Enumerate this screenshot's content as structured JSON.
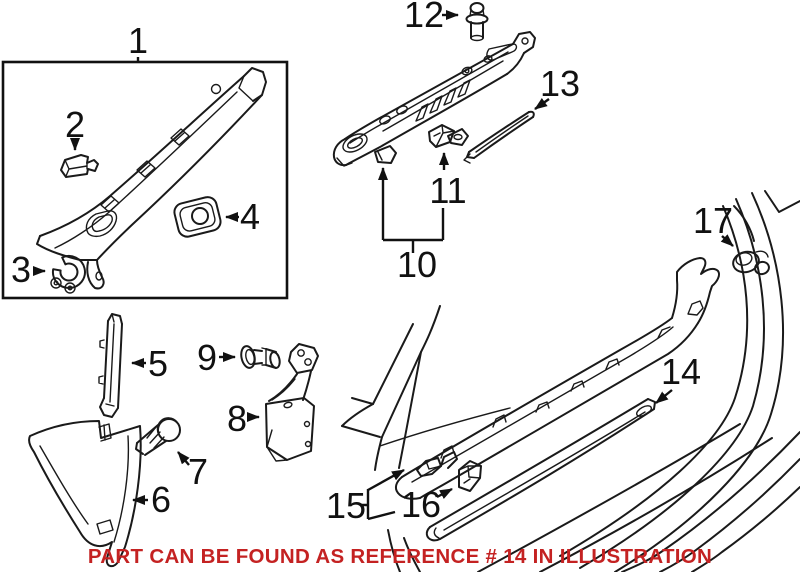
{
  "diagram": {
    "caption": "PART CAN BE FOUND AS REFERENCE # 14 IN ILLUSTRATION",
    "colors": {
      "line": "#1a1a1a",
      "caption": "#c42222",
      "background": "#ffffff"
    },
    "callouts": [
      {
        "ref": "1"
      },
      {
        "ref": "2"
      },
      {
        "ref": "3"
      },
      {
        "ref": "4"
      },
      {
        "ref": "5"
      },
      {
        "ref": "6"
      },
      {
        "ref": "7"
      },
      {
        "ref": "8"
      },
      {
        "ref": "9"
      },
      {
        "ref": "10"
      },
      {
        "ref": "11"
      },
      {
        "ref": "12"
      },
      {
        "ref": "13"
      },
      {
        "ref": "14"
      },
      {
        "ref": "15"
      },
      {
        "ref": "16"
      },
      {
        "ref": "17"
      }
    ]
  }
}
